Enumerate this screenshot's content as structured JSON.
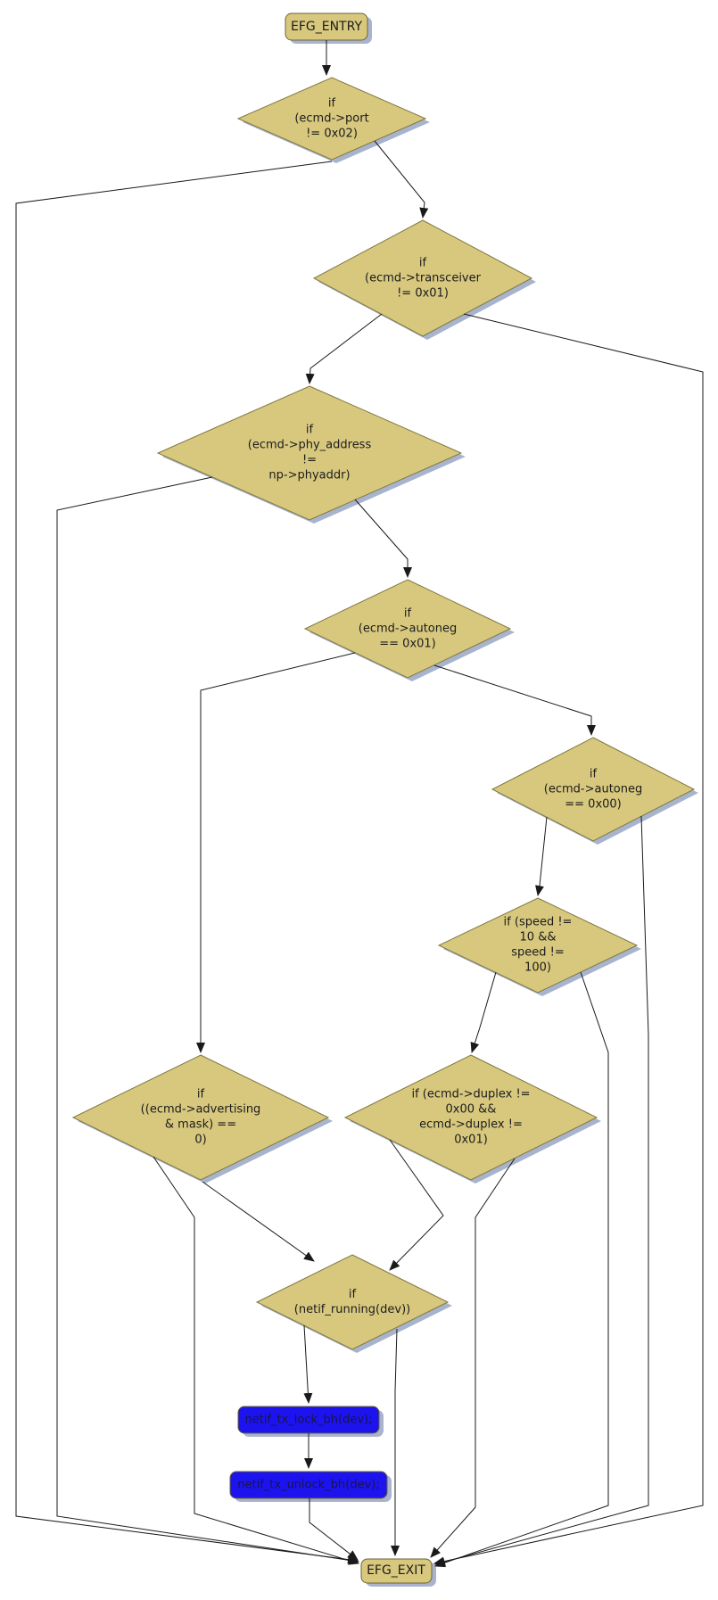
{
  "diagram": {
    "kind": "control-flow-graph",
    "colors": {
      "background": "#ffffff",
      "decision_fill": "#d8c87e",
      "decision_border": "#7f7840",
      "terminal_fill": "#d8c87e",
      "terminal_border": "#6a6435",
      "statement_fill": "#1d13ef",
      "statement_border": "#6a6426",
      "statement_text": "#17144d",
      "shadow": "#a8b3ce",
      "edge": "#1a1a1a",
      "text": "#1c1c1c"
    },
    "nodes": {
      "efg_entry": {
        "label": "EFG_ENTRY",
        "type": "entry"
      },
      "if_port": {
        "label": "if\n(ecmd->port\n!= 0x02)",
        "type": "decision"
      },
      "if_transceiver": {
        "label": "if\n(ecmd->transceiver\n!= 0x01)",
        "type": "decision"
      },
      "if_phy_address": {
        "label": "if\n(ecmd->phy_address\n!=\nnp->phyaddr)",
        "type": "decision"
      },
      "if_autoneg_enabled": {
        "label": "if\n(ecmd->autoneg\n== 0x01)",
        "type": "decision"
      },
      "if_autoneg_disabled": {
        "label": "if\n(ecmd->autoneg\n== 0x00)",
        "type": "decision"
      },
      "if_speed": {
        "label": "if (speed !=\n10 &&\nspeed !=\n100)",
        "type": "decision"
      },
      "if_advertising": {
        "label": "if\n((ecmd->advertising\n& mask) ==\n0)",
        "type": "decision"
      },
      "if_duplex": {
        "label": "if (ecmd->duplex !=\n0x00 &&\necmd->duplex !=\n0x01)",
        "type": "decision"
      },
      "if_netif_running": {
        "label": "if\n(netif_running(dev))",
        "type": "decision"
      },
      "netif_tx_lock": {
        "label": "netif_tx_lock_bh(dev);",
        "type": "statement"
      },
      "netif_tx_unlock": {
        "label": "netif_tx_unlock_bh(dev);",
        "type": "statement"
      },
      "efg_exit": {
        "label": "EFG_EXIT",
        "type": "exit"
      }
    },
    "edges": [
      {
        "from": "efg_entry",
        "to": "if_port"
      },
      {
        "from": "if_port",
        "to": "if_transceiver"
      },
      {
        "from": "if_port",
        "to": "efg_exit"
      },
      {
        "from": "if_transceiver",
        "to": "if_phy_address"
      },
      {
        "from": "if_transceiver",
        "to": "efg_exit"
      },
      {
        "from": "if_phy_address",
        "to": "if_autoneg_enabled"
      },
      {
        "from": "if_phy_address",
        "to": "efg_exit"
      },
      {
        "from": "if_autoneg_enabled",
        "to": "if_advertising"
      },
      {
        "from": "if_autoneg_enabled",
        "to": "if_autoneg_disabled"
      },
      {
        "from": "if_autoneg_disabled",
        "to": "if_speed"
      },
      {
        "from": "if_autoneg_disabled",
        "to": "efg_exit"
      },
      {
        "from": "if_speed",
        "to": "if_duplex"
      },
      {
        "from": "if_speed",
        "to": "efg_exit"
      },
      {
        "from": "if_advertising",
        "to": "if_netif_running"
      },
      {
        "from": "if_advertising",
        "to": "efg_exit"
      },
      {
        "from": "if_duplex",
        "to": "if_netif_running"
      },
      {
        "from": "if_duplex",
        "to": "efg_exit"
      },
      {
        "from": "if_netif_running",
        "to": "netif_tx_lock"
      },
      {
        "from": "if_netif_running",
        "to": "efg_exit"
      },
      {
        "from": "netif_tx_lock",
        "to": "netif_tx_unlock"
      },
      {
        "from": "netif_tx_unlock",
        "to": "efg_exit"
      }
    ]
  }
}
